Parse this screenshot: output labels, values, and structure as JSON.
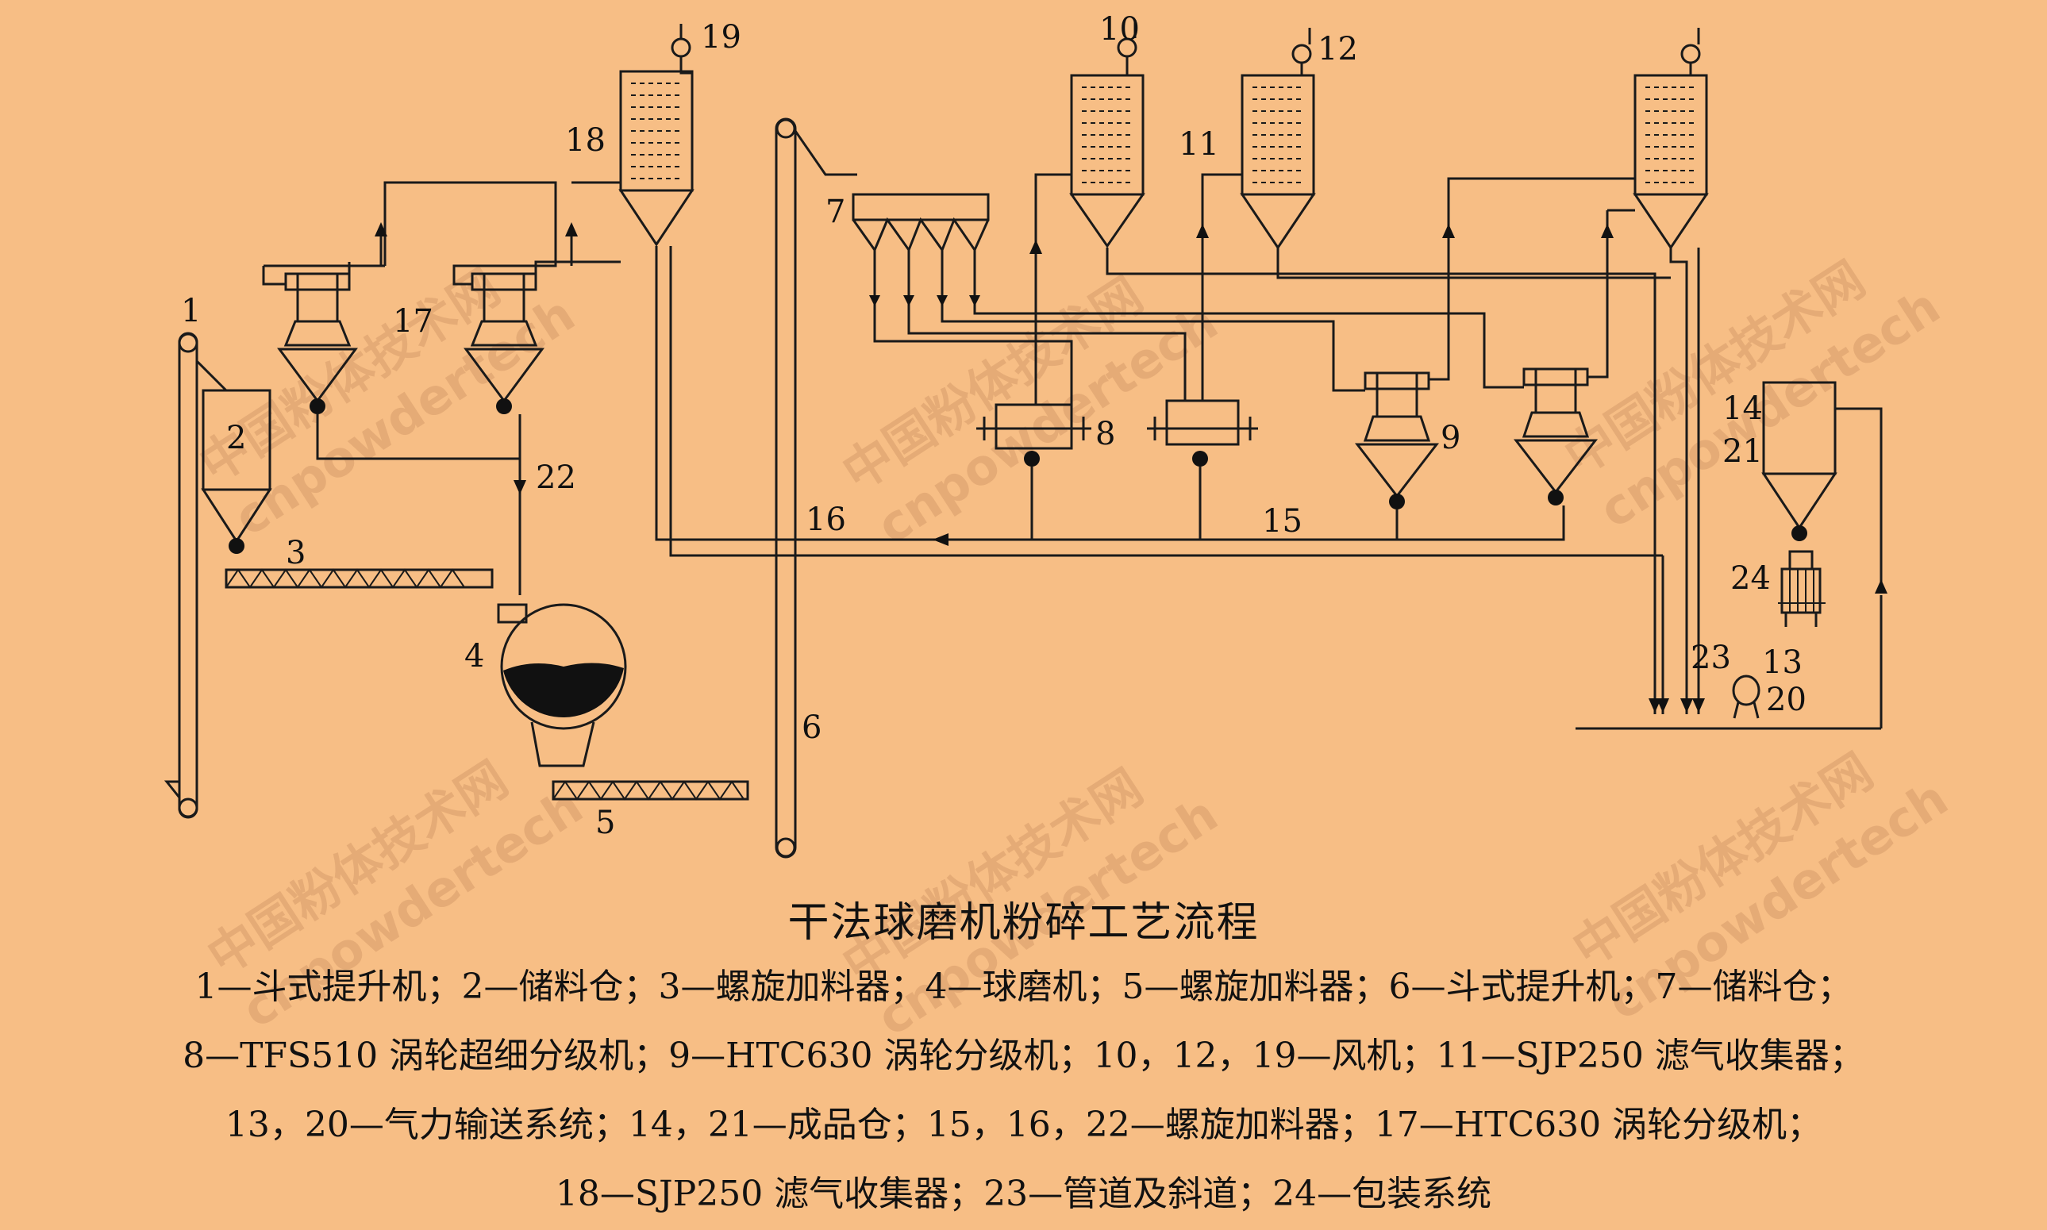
{
  "diagram": {
    "title": "干法球磨机粉碎工艺流程",
    "labels": {
      "n1": "1",
      "n2": "2",
      "n3": "3",
      "n4": "4",
      "n5": "5",
      "n6": "6",
      "n7": "7",
      "n8": "8",
      "n9": "9",
      "n10": "10",
      "n11": "11",
      "n12": "12",
      "n13": "13",
      "n14": "14",
      "n15": "15",
      "n16": "16",
      "n17": "17",
      "n18": "18",
      "n19": "19",
      "n20": "20",
      "n21": "21",
      "n22": "22",
      "n23": "23",
      "n24": "24"
    },
    "legend": [
      "1—斗式提升机；2—储料仓；3—螺旋加料器；4—球磨机；5—螺旋加料器；6—斗式提升机；7—储料仓；",
      "8—TFS510 涡轮超细分级机；9—HTC630 涡轮分级机；10，12，19—风机；11—SJP250 滤气收集器；",
      "13，20—气力输送系统；14，21—成品仓；15，16，22—螺旋加料器；17—HTC630 涡轮分级机；",
      "18—SJP250 滤气收集器；23—管道及斜道；24—包装系统"
    ],
    "watermark": {
      "cn": "中国粉体技术网",
      "en": "cnpowdertech"
    }
  }
}
